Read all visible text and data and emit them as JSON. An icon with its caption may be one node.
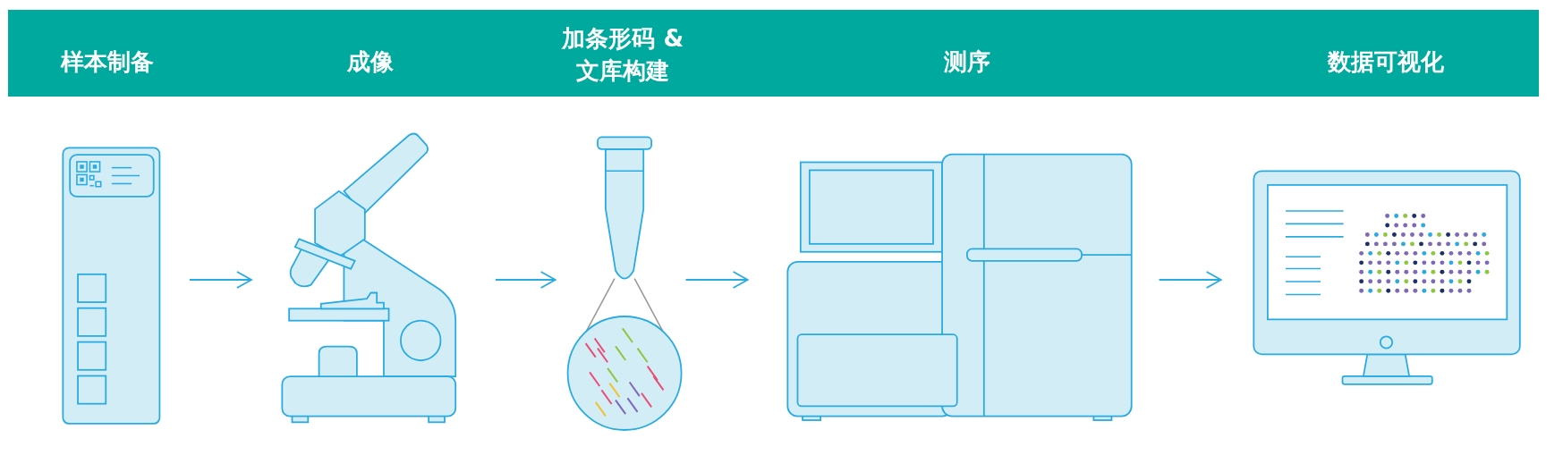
{
  "diagram": {
    "nodes": [
      {
        "text": [],
        "shape": "picture"
      },
      {
        "text": [],
        "shape": "picture"
      },
      {
        "text": [],
        "shape": "picture"
      },
      {
        "text": [],
        "shape": "picture"
      },
      {
        "text": [],
        "shape": "picture"
      }
    ],
    "edges": [
      {
        "from": 0,
        "to": 1,
        "arrow": "to"
      },
      {
        "from": 1,
        "to": 2,
        "arrow": "to"
      },
      {
        "from": 2,
        "to": 3,
        "arrow": "to"
      },
      {
        "from": 3,
        "to": 4,
        "arrow": "to"
      }
    ],
    "labels": [
      "样本制备",
      "成像",
      "加条形码 & 文库构建",
      "测序",
      "数据可视化"
    ]
  }
}
